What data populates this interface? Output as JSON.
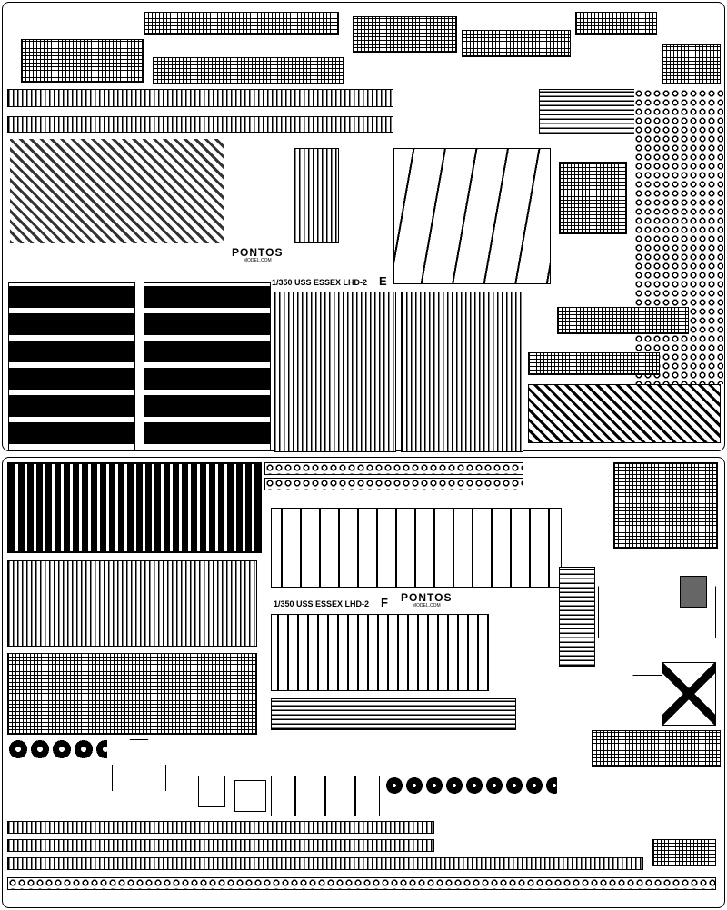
{
  "fret_e": {
    "title": "1/350 USS ESSEX LHD-2",
    "letter": "E",
    "brand": "PONTOS",
    "site": "MODEL.COM"
  },
  "fret_f": {
    "title": "1/350 USS ESSEX LHD-2",
    "letter": "F",
    "brand": "PONTOS",
    "site": "MODEL.COM"
  }
}
